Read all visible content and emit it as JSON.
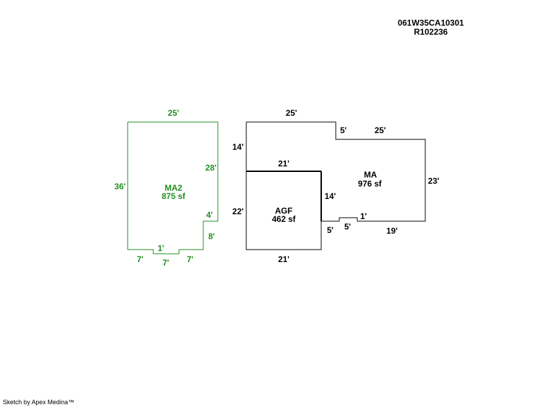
{
  "header": {
    "parcel_id": "061W35CA10301",
    "record_id": "R102236"
  },
  "credit": "Sketch by Apex Medina™",
  "colors": {
    "main": "#000000",
    "annex": "#1f8f1f"
  },
  "areas": {
    "ma2": {
      "code": "MA2",
      "area": "875 sf"
    },
    "ma": {
      "code": "MA",
      "area": "976 sf"
    },
    "agf": {
      "code": "AGF",
      "area": "462 sf"
    }
  },
  "dims": {
    "ma2_top": "25'",
    "ma2_left": "36'",
    "ma2_right": "28'",
    "ma2_notch_w": "4'",
    "ma2_notch_h": "8'",
    "ma2_bot_left": "7'",
    "ma2_bot_mid": "7'",
    "ma2_bot_right": "7'",
    "ma2_step": "1'",
    "ma_top": "25'",
    "ma_step": "5'",
    "ma_top_right": "25'",
    "ma_left": "14'",
    "ma_right": "23'",
    "ma_bot": "19'",
    "ma_bump_h": "1'",
    "ma_bump_w": "5'",
    "ma_bump_left": "5'",
    "agf_top": "21'",
    "agf_left": "22'",
    "agf_right": "14'",
    "agf_bot": "21'"
  }
}
